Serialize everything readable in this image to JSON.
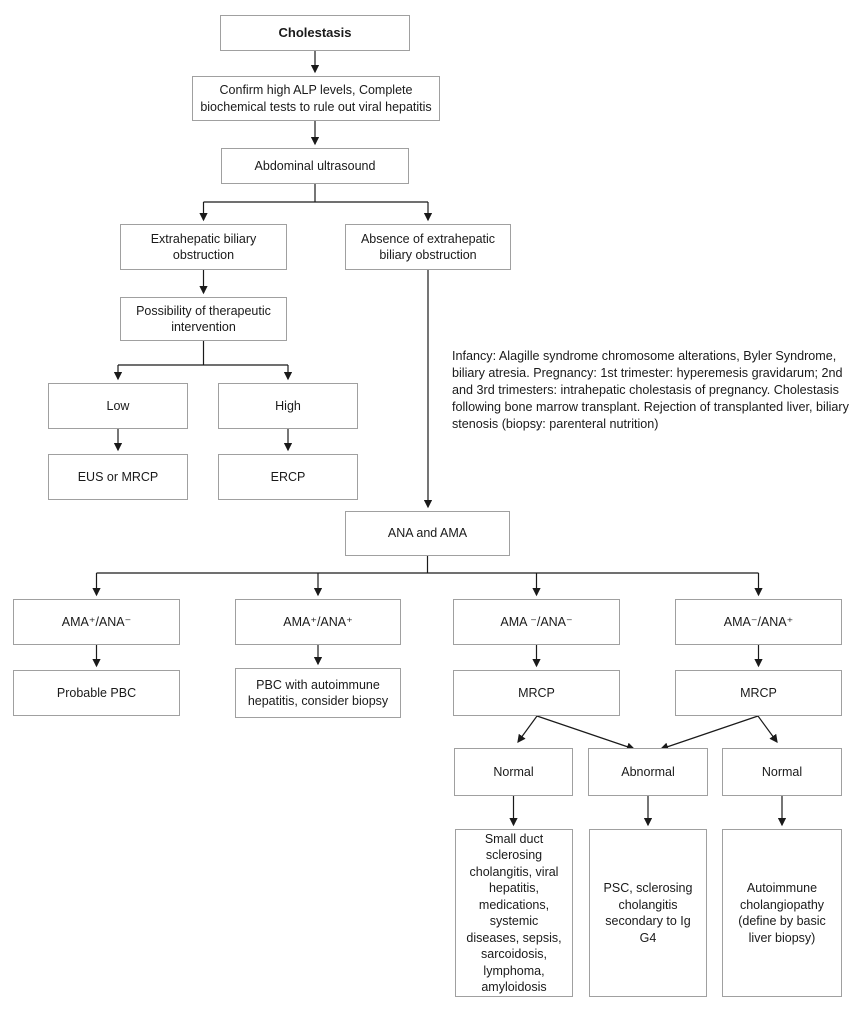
{
  "diagram": {
    "title": "Cholestasis diagnostic algorithm flowchart",
    "colors": {
      "background": "#ffffff",
      "box_border": "#a0a0a0",
      "box_fill": "#ffffff",
      "line": "#1a1a1a",
      "text": "#1a1a1a"
    }
  },
  "nodes": {
    "cholestasis": {
      "label": "Cholestasis"
    },
    "confirm": {
      "label": "Confirm high ALP levels, Complete biochemical tests to rule out viral hepatitis"
    },
    "ultrasound": {
      "label": "Abdominal ultrasound"
    },
    "extrahepatic": {
      "label": "Extrahepatic biliary obstruction"
    },
    "absence": {
      "label": "Absence of extrahepatic biliary obstruction"
    },
    "possibility": {
      "label": "Possibility of therapeutic intervention"
    },
    "low": {
      "label": "Low"
    },
    "high": {
      "label": "High"
    },
    "eus_mrcp": {
      "label": "EUS or MRCP"
    },
    "ercp": {
      "label": "ERCP"
    },
    "ana_ama": {
      "label": "ANA and AMA"
    },
    "ama_pos_ana_neg": {
      "label": "AMA⁺/ANA⁻"
    },
    "ama_pos_ana_pos": {
      "label": "AMA⁺/ANA⁺"
    },
    "ama_neg_ana_neg": {
      "label": "AMA ⁻/ANA⁻"
    },
    "ama_neg_ana_pos": {
      "label": "AMA⁻/ANA⁺"
    },
    "probable_pbc": {
      "label": "Probable PBC"
    },
    "pbc_autoimmune": {
      "label": "PBC with autoimmune hepatitis, consider biopsy"
    },
    "mrcp_left": {
      "label": "MRCP"
    },
    "mrcp_right": {
      "label": "MRCP"
    },
    "normal_left": {
      "label": "Normal"
    },
    "abnormal": {
      "label": "Abnormal"
    },
    "normal_right": {
      "label": "Normal"
    },
    "small_duct": {
      "label": "Small duct sclerosing cholangitis, viral hepatitis, medications, systemic diseases, sepsis, sarcoidosis, lymphoma, amyloidosis"
    },
    "psc_igg4": {
      "label": "PSC, sclerosing cholangitis secondary to Ig G4"
    },
    "autoimmune_cholangiopathy": {
      "label": "Autoimmune cholangiopathy (define by basic liver biopsy)"
    }
  },
  "side_note": {
    "text": "Infancy: Alagille syndrome chromosome alterations, Byler Syndrome, biliary atresia. Pregnancy: 1st trimester: hyperemesis gravidarum; 2nd and 3rd trimesters: intrahepatic cholestasis of pregnancy. Cholestasis following bone marrow transplant. Rejection of transplanted liver, biliary stenosis (biopsy: parenteral nutrition)"
  },
  "edges": [
    {
      "from": "cholestasis",
      "to": "confirm"
    },
    {
      "from": "confirm",
      "to": "ultrasound"
    },
    {
      "from": "ultrasound",
      "to": "extrahepatic"
    },
    {
      "from": "ultrasound",
      "to": "absence"
    },
    {
      "from": "extrahepatic",
      "to": "possibility"
    },
    {
      "from": "possibility",
      "to": "low"
    },
    {
      "from": "possibility",
      "to": "high"
    },
    {
      "from": "low",
      "to": "eus_mrcp"
    },
    {
      "from": "high",
      "to": "ercp"
    },
    {
      "from": "absence",
      "to": "ana_ama"
    },
    {
      "from": "ana_ama",
      "to": "ama_pos_ana_neg"
    },
    {
      "from": "ana_ama",
      "to": "ama_pos_ana_pos"
    },
    {
      "from": "ana_ama",
      "to": "ama_neg_ana_neg"
    },
    {
      "from": "ana_ama",
      "to": "ama_neg_ana_pos"
    },
    {
      "from": "ama_pos_ana_neg",
      "to": "probable_pbc"
    },
    {
      "from": "ama_pos_ana_pos",
      "to": "pbc_autoimmune"
    },
    {
      "from": "ama_neg_ana_neg",
      "to": "mrcp_left"
    },
    {
      "from": "ama_neg_ana_pos",
      "to": "mrcp_right"
    },
    {
      "from": "mrcp_left",
      "to": "normal_left"
    },
    {
      "from": "mrcp_left",
      "to": "abnormal"
    },
    {
      "from": "mrcp_right",
      "to": "abnormal"
    },
    {
      "from": "mrcp_right",
      "to": "normal_right"
    },
    {
      "from": "normal_left",
      "to": "small_duct"
    },
    {
      "from": "abnormal",
      "to": "psc_igg4"
    },
    {
      "from": "normal_right",
      "to": "autoimmune_cholangiopathy"
    }
  ]
}
